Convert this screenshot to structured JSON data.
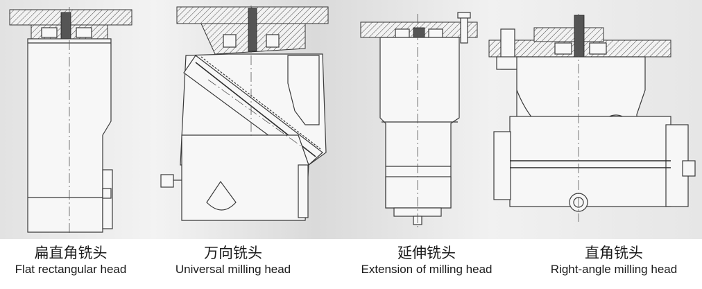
{
  "captions": [
    {
      "cn": "扁直角铣头",
      "en": "Flat rectangular head"
    },
    {
      "cn": "万向铣头",
      "en": "Universal milling head"
    },
    {
      "cn": "延伸铣头",
      "en": "Extension of milling head"
    },
    {
      "cn": "直角铣头",
      "en": "Right-angle milling head"
    }
  ]
}
